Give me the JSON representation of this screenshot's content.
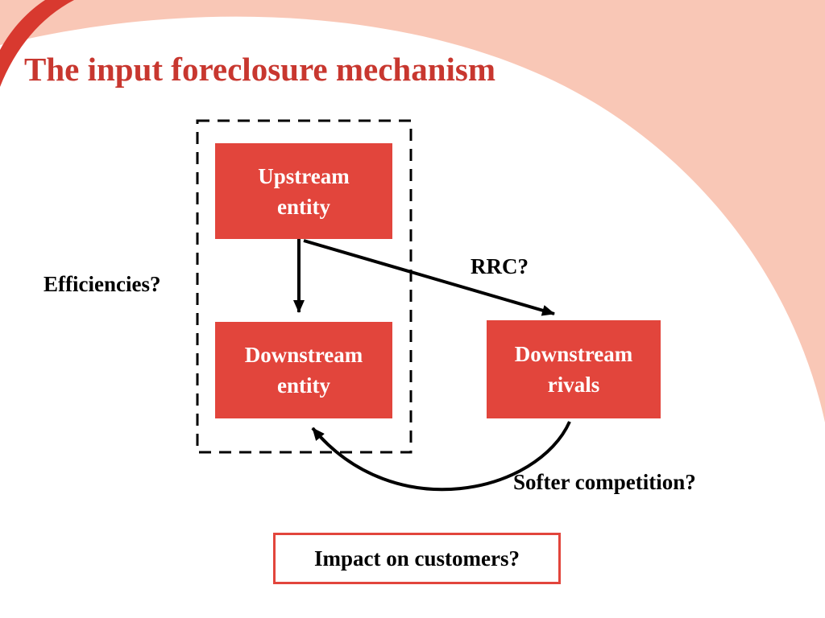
{
  "slide_title": "The input foreclosure mechanism",
  "diagram": {
    "upstream_entity": {
      "line1": "Upstream",
      "line2": "entity"
    },
    "downstream_entity": {
      "line1": "Downstream",
      "line2": "entity"
    },
    "downstream_rivals": {
      "line1": "Downstream",
      "line2": "rivals"
    },
    "labels": {
      "efficiencies": "Efficiencies?",
      "rrc": "RRC?",
      "softer_competition": "Softer competition?",
      "impact_on_customers": "Impact on customers?"
    }
  },
  "colors": {
    "title_red": "#c8372f",
    "box_red": "#e2453c",
    "outline_red": "#e2453c",
    "swoosh_pink": "#f9c7b6",
    "crescent_red": "#d8392f",
    "arrow_black": "#000000",
    "background": "#ffffff"
  }
}
